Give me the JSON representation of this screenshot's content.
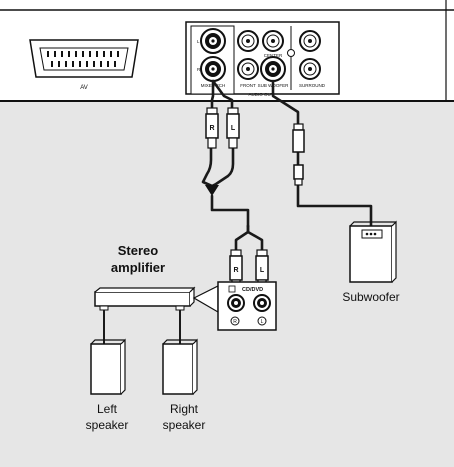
{
  "device_panel": {
    "scart_label": "AV",
    "audio_out_label": "AUDIO OUT",
    "jacks": {
      "mixed_label": "MIXED 2CH",
      "front_label": "FRONT",
      "center_label": "CENTER",
      "subwoofer_label": "SUB WOOFER",
      "surround_label": "SURROUND"
    },
    "connector_letters": {
      "r": "R",
      "l": "L"
    }
  },
  "amplifier": {
    "title_line1": "Stereo",
    "title_line2": "amplifier",
    "input_label": "CD/DVD",
    "input_channel_r": "R",
    "input_channel_l": "L"
  },
  "speakers": {
    "left_line1": "Left",
    "left_line2": "speaker",
    "right_line1": "Right",
    "right_line2": "speaker"
  },
  "subwoofer": {
    "label": "Subwoofer"
  },
  "colors": {
    "background": "#e6e6e6",
    "panel": "#ffffff",
    "outline": "#111111",
    "cable": "#1a1a1a"
  }
}
